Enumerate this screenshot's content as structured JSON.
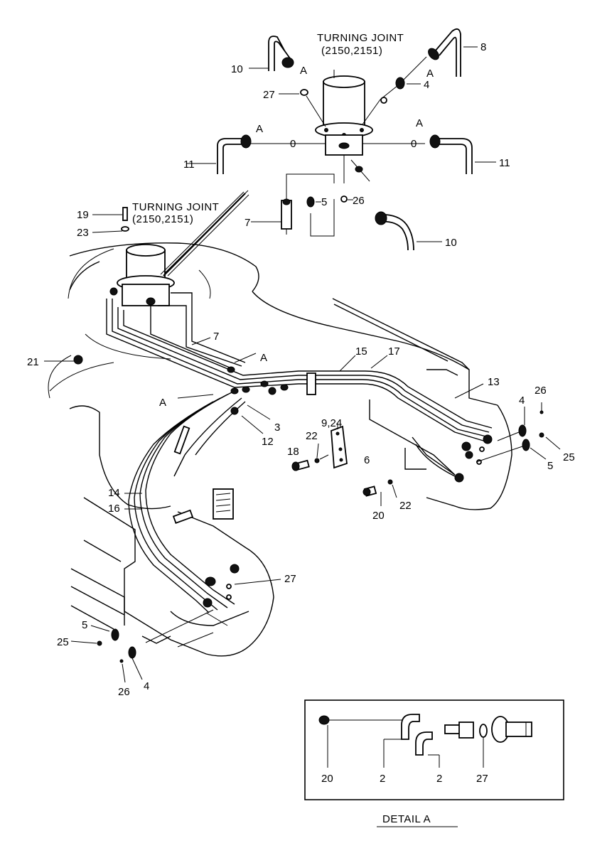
{
  "titles": {
    "turning_joint_top": "TURNING JOINT",
    "turning_joint_top_models": "(2150,2151)",
    "turning_joint_mid": "TURNING JOINT",
    "turning_joint_mid_models": "(2150,2151)",
    "detail_caption": "DETAIL  A"
  },
  "callouts": {
    "c10_top": "10",
    "cA_top_left": "A",
    "c27_top": "27",
    "cA_right_top": "A",
    "c4_top": "4",
    "c8": "8",
    "cA_left_mid": "A",
    "c0_left": "0",
    "c11_left": "11",
    "cA_right_mid": "A",
    "c0_right": "0",
    "c11_right": "11",
    "c5_top": "5",
    "c26_top": "26",
    "c7_top": "7",
    "c10_right": "10",
    "c19": "19",
    "c23": "23",
    "c7_mid": "7",
    "cA_mid": "A",
    "c21": "21",
    "c15": "15",
    "c17": "17",
    "c13": "13",
    "cA_low": "A",
    "c3": "3",
    "c12": "12",
    "c9_24": "9,24",
    "c22_a": "22",
    "c18": "18",
    "c6": "6",
    "c4_right": "4",
    "c26_right": "26",
    "c25_right": "25",
    "c5_right": "5",
    "c20": "20",
    "c22_b": "22",
    "c14": "14",
    "c16": "16",
    "c27_low": "27",
    "c5_low": "5",
    "c25_low": "25",
    "c26_low": "26",
    "c4_low": "4"
  },
  "detail": {
    "c20": "20",
    "c2_a": "2",
    "c2_b": "2",
    "c27": "27"
  }
}
